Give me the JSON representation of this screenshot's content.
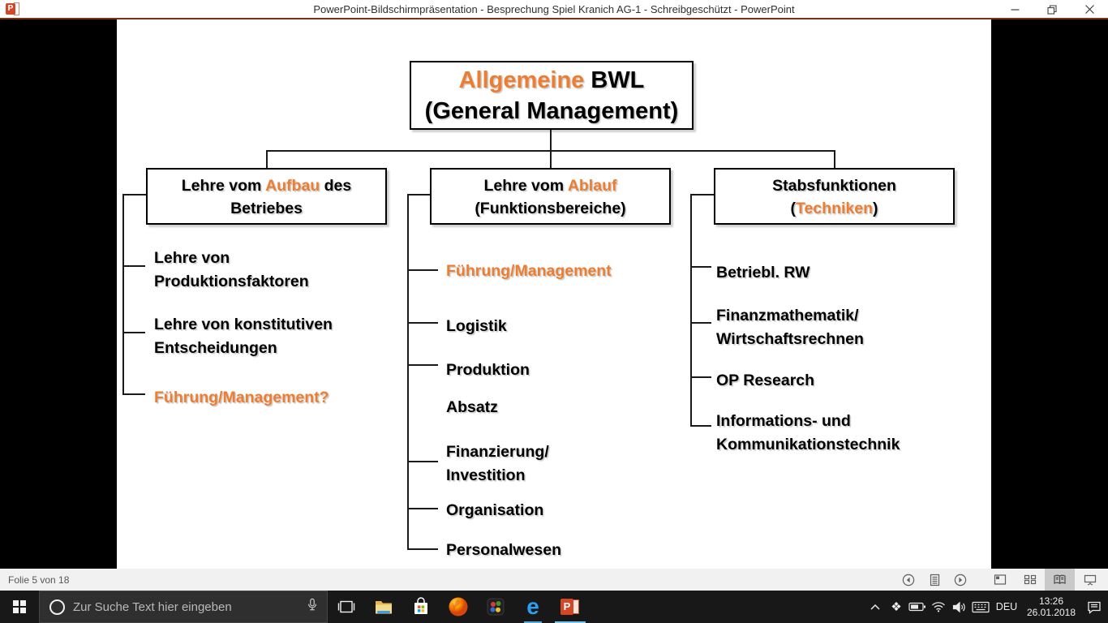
{
  "colors": {
    "accent_orange": "#ED7D31",
    "underline_blue": "#58A6D8",
    "underline_active": "#76C5EE",
    "titlebar_accent": "#7E2F18"
  },
  "titlebar": {
    "app_glyph": "P",
    "title": "PowerPoint-Bildschirmpräsentation - Besprechung Spiel Kranich AG-1 - Schreibgeschützt - PowerPoint"
  },
  "slide": {
    "root_box": {
      "line1_orange": "Allgemeine",
      "line1_black": " BWL",
      "line2": "(General Management)"
    },
    "branch_boxes": [
      {
        "line1_pre": "Lehre vom ",
        "line1_orange": "Aufbau",
        "line1_post": " des",
        "line2_pre": "Betriebes",
        "line2_orange": "",
        "line2_post": ""
      },
      {
        "line1_pre": "Lehre vom ",
        "line1_orange": "Ablauf",
        "line1_post": "",
        "line2_pre": "(Funktionsbereiche)",
        "line2_orange": "",
        "line2_post": ""
      },
      {
        "line1_pre": "Stabsfunktionen",
        "line1_orange": "",
        "line1_post": "",
        "line2_pre": "(",
        "line2_orange": "Techniken",
        "line2_post": ")"
      }
    ],
    "columns": [
      {
        "items": [
          {
            "lines": [
              "Lehre von",
              "Produktionsfaktoren"
            ]
          },
          {
            "lines": [
              "Lehre von konstitutiven",
              "Entscheidungen"
            ]
          },
          {
            "lines": [
              "Führung/Management?"
            ],
            "accent": true
          }
        ]
      },
      {
        "items": [
          {
            "lines": [
              "Führung/Management"
            ],
            "accent": true
          },
          {
            "lines": [
              "Logistik"
            ]
          },
          {
            "lines": [
              "Produktion"
            ]
          },
          {
            "lines": [
              "Absatz"
            ]
          },
          {
            "lines": [
              "Finanzierung/",
              "Investition"
            ]
          },
          {
            "lines": [
              "Organisation"
            ]
          },
          {
            "lines": [
              "Personalwesen"
            ]
          }
        ]
      },
      {
        "items": [
          {
            "lines": [
              "Betriebl. RW"
            ]
          },
          {
            "lines": [
              "Finanzmathematik/",
              "Wirtschaftsrechnen"
            ]
          },
          {
            "lines": [
              "OP Research"
            ]
          },
          {
            "lines": [
              "Informations- und",
              "Kommunikationstechnik"
            ]
          }
        ]
      }
    ]
  },
  "statusbar": {
    "slide_counter": "Folie 5 von 18"
  },
  "taskbar": {
    "search_placeholder": "Zur Suche Text hier eingeben",
    "edge_glyph": "e",
    "powerpoint_glyph": "P",
    "dropbox_glyph": "❖",
    "tray": {
      "language": "DEU",
      "time": "13:26",
      "date": "26.01.2018"
    }
  }
}
